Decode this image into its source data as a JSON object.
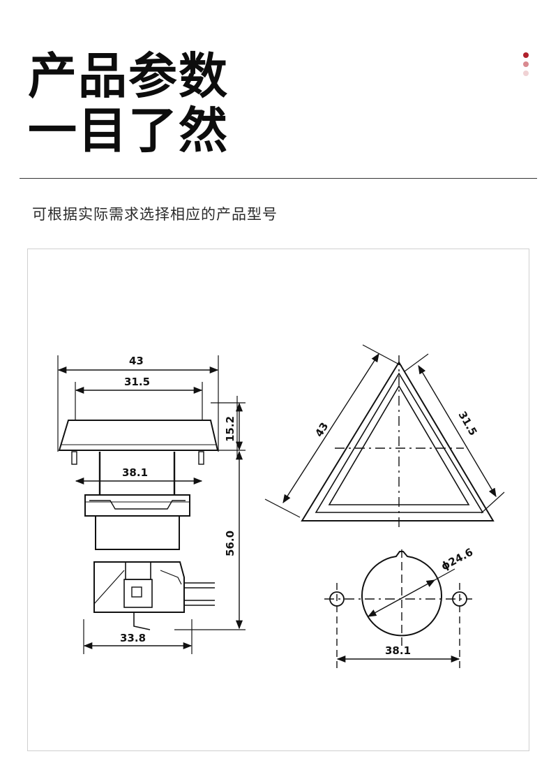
{
  "header": {
    "title_line1": "产品参数",
    "title_line2": "一目了然",
    "accent_dots": [
      "#b0212c",
      "#d98a90",
      "#f0d2d4"
    ]
  },
  "subtitle": "可根据实际需求选择相应的产品型号",
  "diagram": {
    "labels": {
      "overall_width": "43",
      "top_width": "31.5",
      "flange_height": "15.2",
      "pin_spacing": "38.1",
      "body_height": "56.0",
      "base_width": "33.8",
      "triangle_side": "43",
      "triangle_inner_side": "31.5",
      "hole_diameter": "ϕ24.6",
      "hole_spacing": "38.1"
    }
  }
}
